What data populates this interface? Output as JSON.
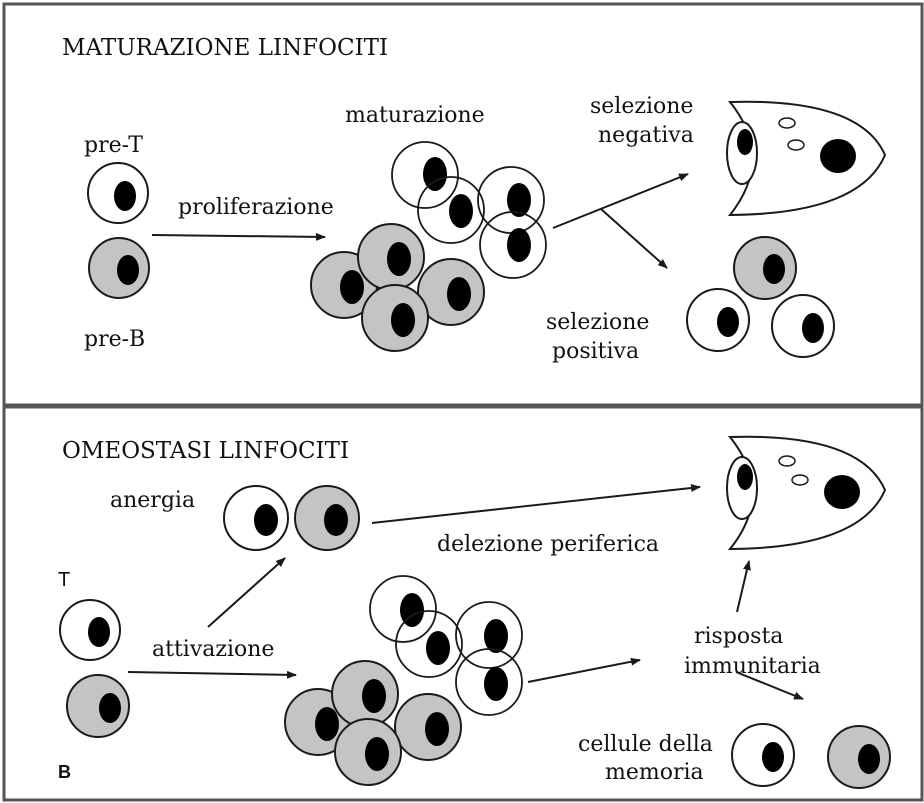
{
  "top_panel": {
    "title": "MATURAZIONE LINFOCITI",
    "label_pre_t": "pre-T",
    "label_pre_b": "pre-B",
    "label_proliferazione": "proliferazione",
    "label_maturazione": "maturazione",
    "label_selezione_negativa_1": "selezione",
    "label_selezione_negativa_2": "negativa",
    "label_selezione_positiva_1": "selezione",
    "label_selezione_positiva_2": "positiva"
  },
  "bottom_panel": {
    "title": "OMEOSTASI LINFOCITI",
    "label_t": "T",
    "label_b": "B",
    "label_anergia": "anergia",
    "label_attivazione": "attivazione",
    "label_delezione": "delezione periferica",
    "label_risposta_1": "risposta",
    "label_risposta_2": "immunitaria",
    "label_memoria_1": "cellule della",
    "label_memoria_2": "memoria"
  },
  "colors": {
    "t_cell_fill": "#ffffff",
    "b_cell_fill": "#c4c4c4",
    "nucleus": "#000000",
    "line": "#1a1a1a",
    "panel_border": "#555555"
  }
}
